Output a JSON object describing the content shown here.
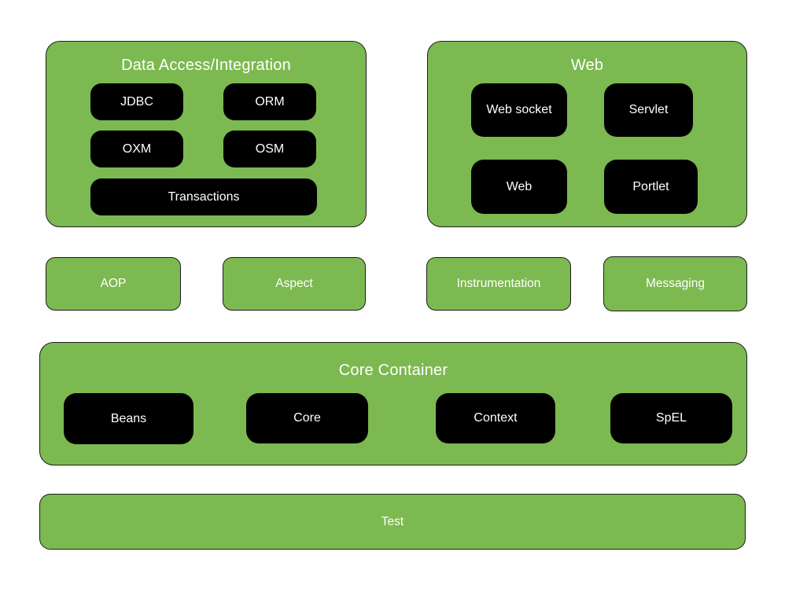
{
  "colors": {
    "green": "#7cb950",
    "outline": "#1d1d1d",
    "pill": "#000000",
    "text": "#ffffff",
    "background": "#ffffff"
  },
  "panels": {
    "data_access": {
      "title": "Data Access/Integration",
      "pills": [
        "JDBC",
        "ORM",
        "OXM",
        "OSM",
        "Transactions"
      ]
    },
    "web": {
      "title": "Web",
      "pills": [
        "Web socket",
        "Servlet",
        "Web",
        "Portlet"
      ]
    },
    "standalone": {
      "aop": "AOP",
      "aspect": "Aspect",
      "instrumentation": "Instrumentation",
      "messaging": "Messaging"
    },
    "core_container": {
      "title": "Core Container",
      "pills": [
        "Beans",
        "Core",
        "Context",
        "SpEL"
      ]
    },
    "test": {
      "title": "Test"
    }
  }
}
